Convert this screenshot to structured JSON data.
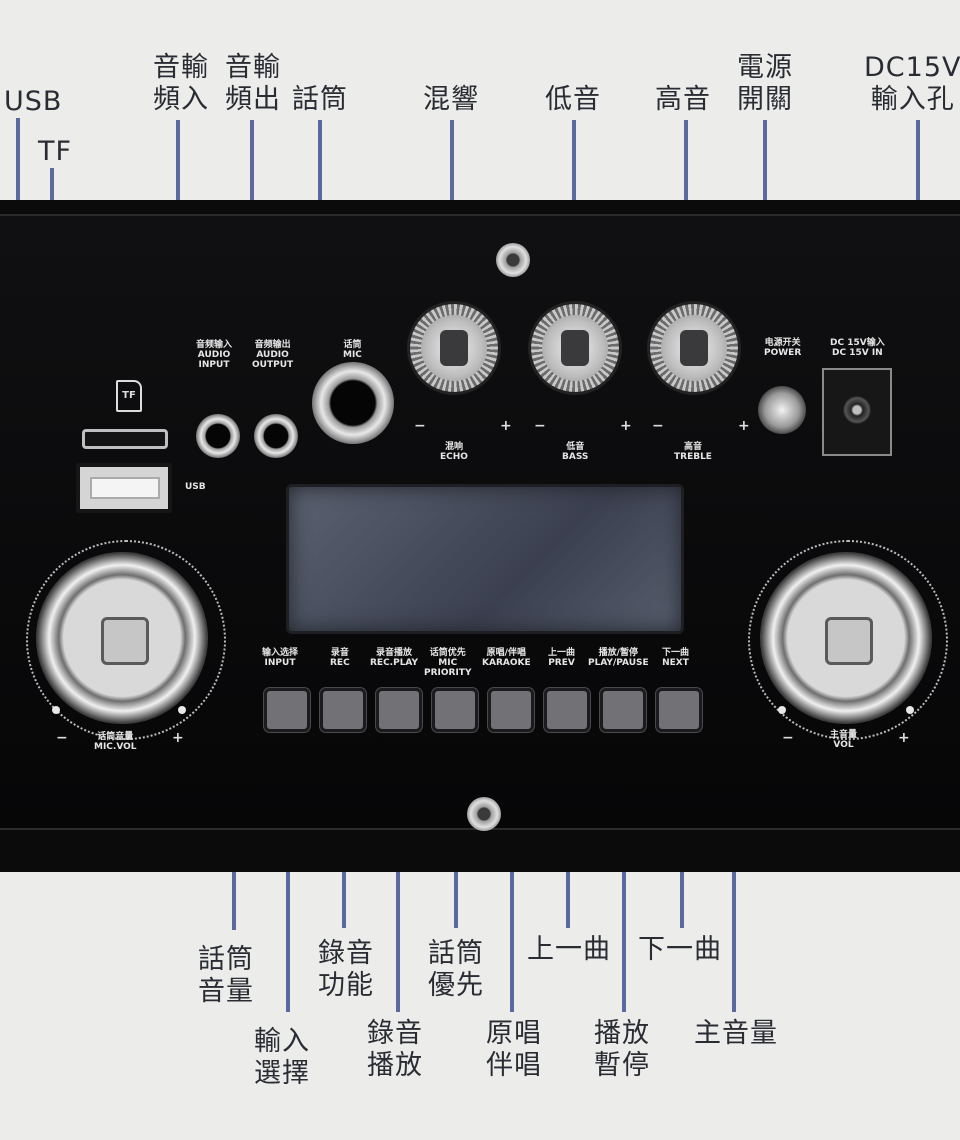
{
  "callouts_top": {
    "usb": "USB",
    "tf": "TF",
    "audio_in": [
      "音輸",
      "頻入"
    ],
    "audio_out": [
      "音輸",
      "頻出"
    ],
    "mic": "話筒",
    "echo": "混響",
    "bass": "低音",
    "treble": "高音",
    "power": [
      "電源",
      "開關"
    ],
    "dc": [
      "DC15V",
      "輸入孔"
    ]
  },
  "callouts_bottom": {
    "mic_vol": [
      "話筒",
      "音量"
    ],
    "input": [
      "輸入",
      "選擇"
    ],
    "rec": [
      "錄音",
      "功能"
    ],
    "rec_play": [
      "錄音",
      "播放"
    ],
    "mic_priority": [
      "話筒",
      "優先"
    ],
    "karaoke": [
      "原唱",
      "伴唱"
    ],
    "prev": "上一曲",
    "play_pause": [
      "播放",
      "暫停"
    ],
    "next": "下一曲",
    "main_vol": "主音量"
  },
  "panel": {
    "audio_input": [
      "音频输入",
      "AUDIO",
      "INPUT"
    ],
    "audio_output": [
      "音频输出",
      "AUDIO",
      "OUTPUT"
    ],
    "mic": [
      "话筒",
      "MIC"
    ],
    "echo": [
      "混响",
      "ECHO"
    ],
    "bass": [
      "低音",
      "BASS"
    ],
    "treble": [
      "高音",
      "TREBLE"
    ],
    "power": [
      "电源开关",
      "POWER"
    ],
    "dc_in": [
      "DC 15V输入",
      "DC 15V IN"
    ],
    "usb": "USB",
    "tf_icon": "TF",
    "mic_vol": [
      "话筒音量",
      "MIC.VOL"
    ],
    "vol": [
      "主音量",
      "VOL"
    ],
    "minus": "−",
    "plus": "+",
    "buttons": [
      [
        "输入选择",
        "INPUT"
      ],
      [
        "录音",
        "REC"
      ],
      [
        "录音播放",
        "REC.PLAY"
      ],
      [
        "话筒优先",
        "MIC",
        "PRIORITY"
      ],
      [
        "原唱/伴唱",
        "KARAOKE"
      ],
      [
        "上一曲",
        "PREV"
      ],
      [
        "播放/暂停",
        "PLAY/PAUSE"
      ],
      [
        "下一曲",
        "NEXT"
      ]
    ]
  },
  "colors": {
    "leader": "#5b6a9e",
    "panel": "#0b0b0c",
    "background": "#ecedeb"
  }
}
